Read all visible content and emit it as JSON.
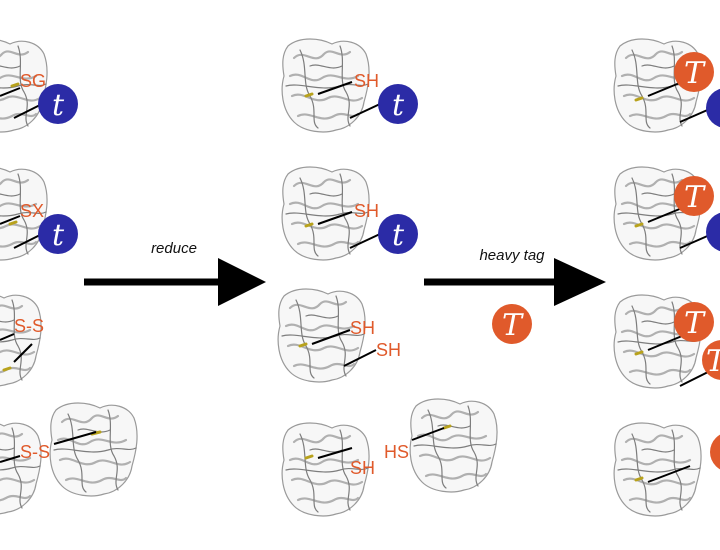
{
  "colors": {
    "light_tag": "#2b2ba6",
    "heavy_tag": "#e05a2b",
    "label": "#e05a2b",
    "arrow": "#000000"
  },
  "tags": {
    "light": "t",
    "heavy": "T"
  },
  "arrows": {
    "reduce": "reduce",
    "heavy_tag": "heavy tag"
  },
  "left_column": {
    "row1_label": "SG",
    "row2_label": "SX",
    "row3_label": "S-S",
    "row4_label": "S-S"
  },
  "middle_column": {
    "row1_label": "SH",
    "row2_label": "SH",
    "row3_label_a": "SH",
    "row3_label_b": "SH",
    "row4_label_a": "HS",
    "row4_label_b": "SH"
  }
}
